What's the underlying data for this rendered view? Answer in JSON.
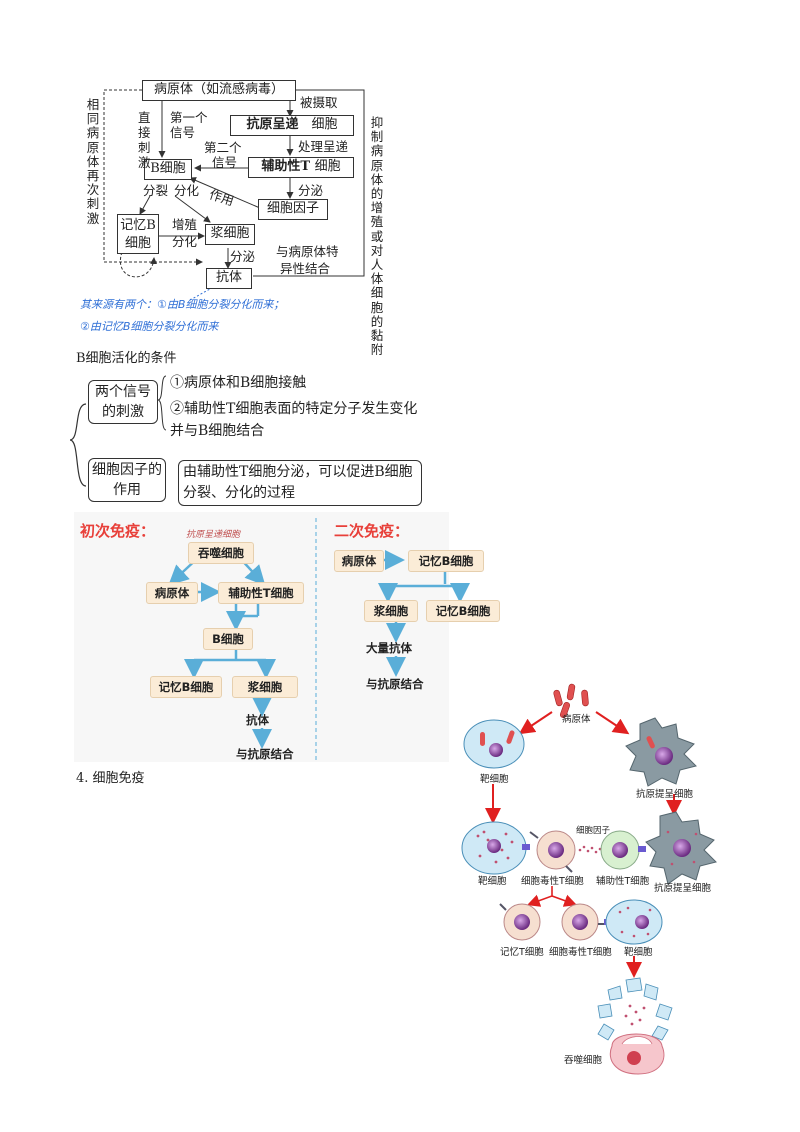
{
  "humoral": {
    "pathogen": "病原体（如流感病毒）",
    "apc": "抗原呈递",
    "apc_suffix": "细胞",
    "helper_t": "辅助性T",
    "helper_t_suffix": "细胞",
    "b_cell": "B细胞",
    "cytokine": "细胞因子",
    "memory_b": "记忆B细胞",
    "plasma": "浆细胞",
    "antibody": "抗体",
    "lbl_taken": "被摄取",
    "lbl_process": "处理呈递",
    "lbl_direct": "直接刺激",
    "lbl_first_signal": "第一个信号",
    "lbl_second": "第二个",
    "lbl_second_signal": "信号",
    "lbl_divide": "分裂",
    "lbl_differentiate": "分化",
    "lbl_secrete1": "分泌",
    "lbl_act": "作用",
    "lbl_proliferate": "增殖",
    "lbl_differentiate2": "分化",
    "lbl_secrete2": "分泌",
    "lbl_bind": "与病原体特",
    "lbl_bind2": "异性结合",
    "left_vertical": "相同病原体再次刺激",
    "right_vertical": "抑制病原体的增殖或对人体细胞的黏附",
    "note1": "其来源有两个：①由B细胞分裂分化而来；",
    "note2": "②由记忆B细胞分裂分化而来"
  },
  "activation": {
    "title": "B细胞活化的条件",
    "signals_label": "两个信号的刺激",
    "signal1": "①病原体和B细胞接触",
    "signal2": "②辅助性T细胞表面的特定分子发生变化并与B细胞结合",
    "cytokine_label": "细胞因子的作用",
    "cytokine_desc": "由辅助性T细胞分泌，可以促进B细胞分裂、分化的过程"
  },
  "primary": {
    "title": "初次免疫：",
    "hand_note": "抗原呈递细胞",
    "phagocyte": "吞噬细胞",
    "pathogen": "病原体",
    "helper_t": "辅助性T细胞",
    "b_cell": "B细胞",
    "memory_b": "记忆B细胞",
    "plasma": "浆细胞",
    "antibody": "抗体",
    "bind": "与抗原结合"
  },
  "secondary": {
    "title": "二次免疫：",
    "pathogen": "病原体",
    "memory_b": "记忆B细胞",
    "plasma": "浆细胞",
    "memory_b2": "记忆B细胞",
    "many_antibody": "大量抗体",
    "bind": "与抗原结合"
  },
  "cellular": {
    "heading": "4. 细胞免疫",
    "pathogen": "病原体",
    "target1": "靶细胞",
    "apc1": "抗原提呈细胞",
    "cytokine": "细胞因子",
    "target2": "靶细胞",
    "ctl1": "细胞毒性T细胞",
    "helper_t": "辅助性T细胞",
    "apc2": "抗原提呈细胞",
    "memory_t": "记忆T细胞",
    "ctl2": "细胞毒性T细胞",
    "target3": "靶细胞",
    "phagocyte": "吞噬细胞"
  },
  "colors": {
    "primary_title": "#e8403a",
    "secondary_title": "#e8403a",
    "arrow_blue": "#5aaed8",
    "arrow_red": "#e02020",
    "box_fill": "#fbecd7",
    "hand_blue": "#2f6fd6"
  }
}
